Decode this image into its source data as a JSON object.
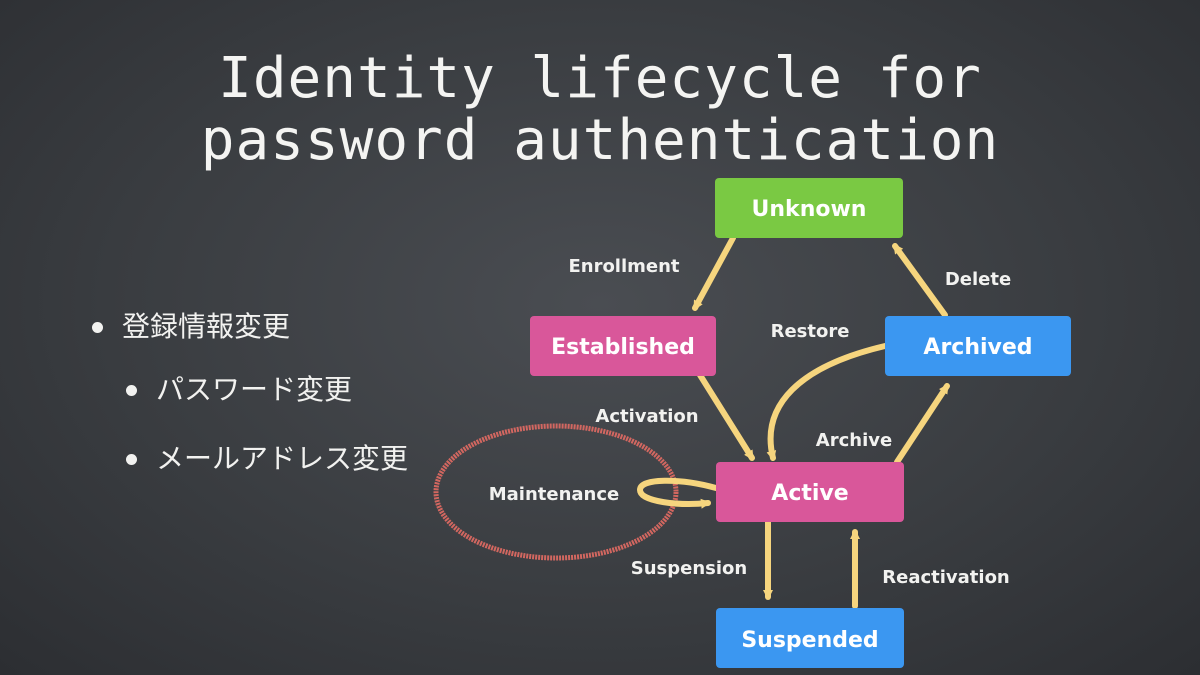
{
  "title": {
    "line1": "Identity lifecycle for",
    "line2": "password authentication"
  },
  "bullets": [
    {
      "text": "登録情報変更",
      "level": 1
    },
    {
      "text": "パスワード変更",
      "level": 2
    },
    {
      "text": "メールアドレス変更",
      "level": 2
    }
  ],
  "colors": {
    "green": "#7ac943",
    "pink": "#d9579a",
    "blue": "#3b97f1",
    "arrow": "#f6d57e",
    "highlight_circle": "#e06a63",
    "background": "#3a3d41"
  },
  "diagram": {
    "nodes": {
      "unknown": "Unknown",
      "established": "Established",
      "archived": "Archived",
      "active": "Active",
      "suspended": "Suspended"
    },
    "edges": {
      "enrollment": "Enrollment",
      "delete": "Delete",
      "restore": "Restore",
      "activation": "Activation",
      "archive": "Archive",
      "maintenance": "Maintenance",
      "suspension": "Suspension",
      "reactivation": "Reactivation"
    }
  }
}
